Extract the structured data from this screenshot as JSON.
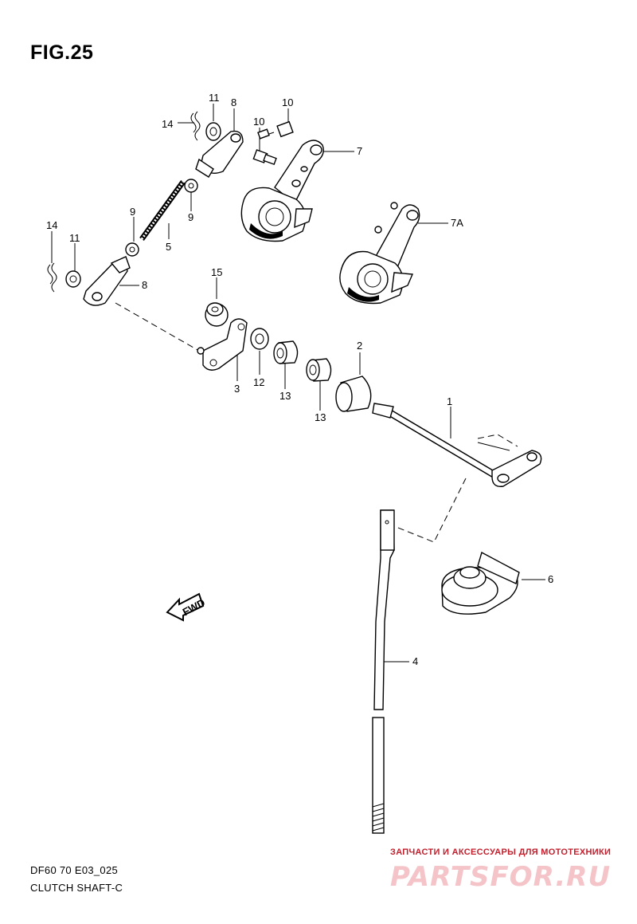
{
  "figure": {
    "title": "FIG.25",
    "caption_line1": "DF60 70 E03_025",
    "caption_line2": "CLUTCH SHAFT-C",
    "fwd_label": "FWD"
  },
  "callouts": {
    "c14a": "14",
    "c11a": "11",
    "c8a": "8",
    "c10a": "10",
    "c10b": "10",
    "c7": "7",
    "c7a": "7A",
    "c9a": "9",
    "c9b": "9",
    "c5": "5",
    "c14b": "14",
    "c11b": "11",
    "c8b": "8",
    "c15": "15",
    "c3": "3",
    "c12": "12",
    "c13a": "13",
    "c13b": "13",
    "c2": "2",
    "c1": "1",
    "c6": "6",
    "c4": "4"
  },
  "watermark": {
    "tagline": "ЗАПЧАСТИ И АКСЕССУАРЫ ДЛЯ МОТОТЕХНИКИ",
    "logo": "PARTSFOR.RU",
    "color": "#c21f2c"
  }
}
